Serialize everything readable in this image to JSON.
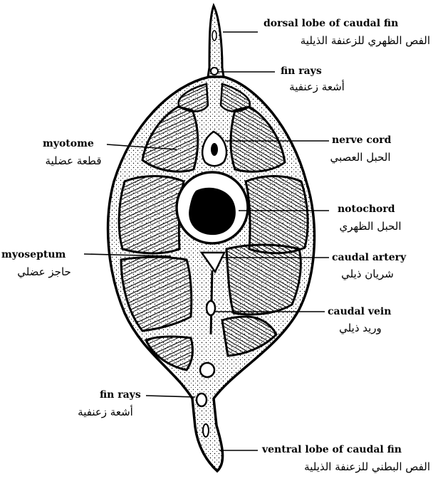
{
  "colors": {
    "ink": "#000000",
    "paper": "#ffffff"
  },
  "labels": {
    "dorsal_lobe": {
      "en": "dorsal lobe of caudal fin",
      "ar": "الفص الظهري للزعنفة الذيلية"
    },
    "fin_rays_top": {
      "en": "fin rays",
      "ar": "أشعة زعنفية"
    },
    "myotome": {
      "en": "myotome",
      "ar": "قطعة عضلية"
    },
    "nerve_cord": {
      "en": "nerve cord",
      "ar": "الحبل العصبي"
    },
    "notochord": {
      "en": "notochord",
      "ar": "الحبل الظهري"
    },
    "myoseptum": {
      "en": "myoseptum",
      "ar": "حاجز عضلي"
    },
    "caudal_artery": {
      "en": "caudal artery",
      "ar": "شريان ذيلي"
    },
    "caudal_vein": {
      "en": "caudal vein",
      "ar": "وريد ذيلي"
    },
    "fin_rays_bottom": {
      "en": "fin rays",
      "ar": "أشعة زعنفية"
    },
    "ventral_lobe": {
      "en": "ventral lobe of caudal fin",
      "ar": "الفص البطني للزعنفة الذيلية"
    }
  }
}
